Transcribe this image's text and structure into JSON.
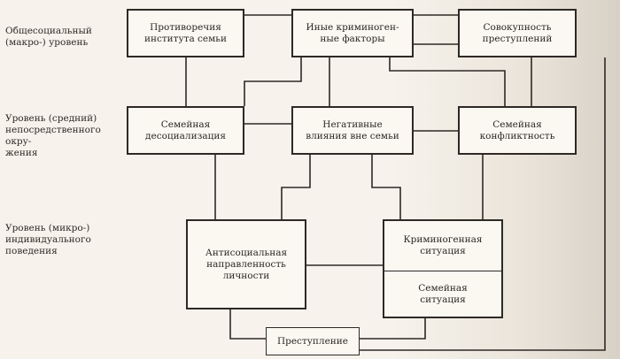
{
  "levels": {
    "macro": "Общесоциальный\n(макро-) уровень",
    "middle": "Уровень (средний)\nнепосредственного окру-\nжения",
    "micro": "Уровень (микро-)\nиндивидуального\nповедения"
  },
  "boxes": {
    "contradictions": "Противоречия\nинститута семьи",
    "other_factors": "Иные криминоген-\nные факторы",
    "totality": "Совокупность\nпреступлений",
    "desocialization": "Семейная\nдесоциализация",
    "negative": "Негативные\nвлияния вне семьи",
    "conflict": "Семейная\nконфликтность",
    "antisocial": "Антисоциальная\nнаправленность\nличности",
    "criminogenic": "Криминогенная\nситуация",
    "family_situation": "Семейная\nситуация",
    "crime": "Преступление"
  },
  "colors": {
    "ink": "#2e2925",
    "paper": "#f7f3ec"
  }
}
